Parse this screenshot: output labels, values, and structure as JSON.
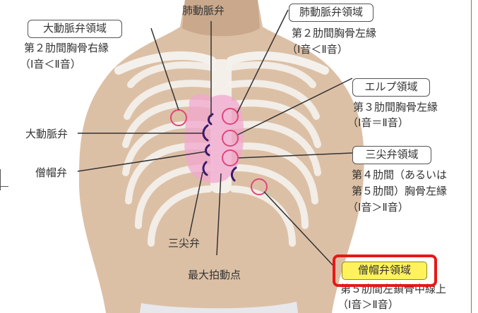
{
  "labels": {
    "pulmonary_area": {
      "title": "肺動脈弁領域",
      "line1": "第２肋間胸骨左縁",
      "line2": "（Ⅰ音＜Ⅱ音）"
    },
    "aortic_area": {
      "title": "大動脈弁領域",
      "line1": "第２肋間胸骨右縁",
      "line2": "（Ⅰ音＜Ⅱ音）"
    },
    "erb_area": {
      "title": "エルプ領域",
      "line1": "第３肋間胸骨左縁",
      "line2": "（Ⅰ音＝Ⅱ音）"
    },
    "tricuspid_area": {
      "title": "三尖弁領域",
      "line1": "第４肋間（あるいは",
      "line2": "第５肋間）胸骨左縁",
      "line3": "（Ⅰ音＞Ⅱ音）"
    },
    "mitral_area": {
      "title": "僧帽弁領域",
      "line1": "第５肋間左鎖骨中線上",
      "line2": "（Ⅰ音＞Ⅱ音）"
    }
  },
  "valves": {
    "pulmonary": "肺動脈弁",
    "aortic": "大動脈弁",
    "mitral": "僧帽弁",
    "tricuspid": "三尖弁",
    "apex": "最大拍動点"
  },
  "colors": {
    "highlight": "#fff25a",
    "focus": "#e81818",
    "heart": "#f2a7cf",
    "marker": "#e0457a",
    "valve": "#3b1a6a"
  }
}
